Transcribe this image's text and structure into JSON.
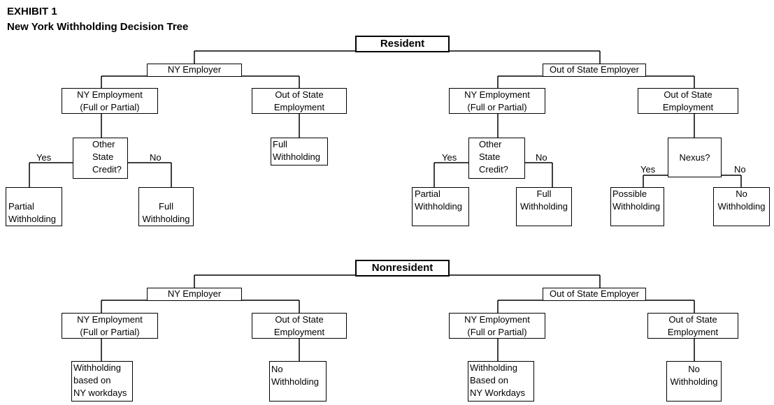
{
  "header": {
    "exhibit": "EXHIBIT 1",
    "title": "New York Withholding Decision Tree"
  },
  "resident": {
    "root": "Resident",
    "ny_employer": "NY Employer",
    "out_employer": "Out of State Employer",
    "ny_emp_ny_employment": "NY Employment\n(Full or Partial)",
    "ny_emp_out_employment": "Out of State\nEmployment",
    "out_emp_ny_employment": "NY Employment\n(Full or Partial)",
    "out_emp_out_employment": "Out of State\nEmployment",
    "credit_left": "Other\nState\nCredit?",
    "credit_right": "Other\nState\nCredit?",
    "nexus": "Nexus?",
    "yes": "Yes",
    "no": "No",
    "partial_left": "Partial\nWithholding",
    "full_left": "Full\nWithholding",
    "full_mid": "Full\nWithholding",
    "partial_right": "Partial\nWithholding",
    "full_right": "Full\nWithholding",
    "possible": "Possible\nWithholding",
    "no_withholding": "No\nWithholding"
  },
  "nonresident": {
    "root": "Nonresident",
    "ny_employer": "NY Employer",
    "out_employer": "Out of State Employer",
    "ny_emp_ny_employment": "NY Employment\n(Full or Partial)",
    "ny_emp_out_employment": "Out of State\nEmployment",
    "out_emp_ny_employment": "NY Employment\n(Full or Partial)",
    "out_emp_out_employment": "Out of State\nEmployment",
    "withholding_left": "Withholding\nbased on\nNY workdays",
    "no_left": "No\nWithholding",
    "withholding_right": "Withholding\nBased on\nNY Workdays",
    "no_right": "No\nWithholding"
  }
}
